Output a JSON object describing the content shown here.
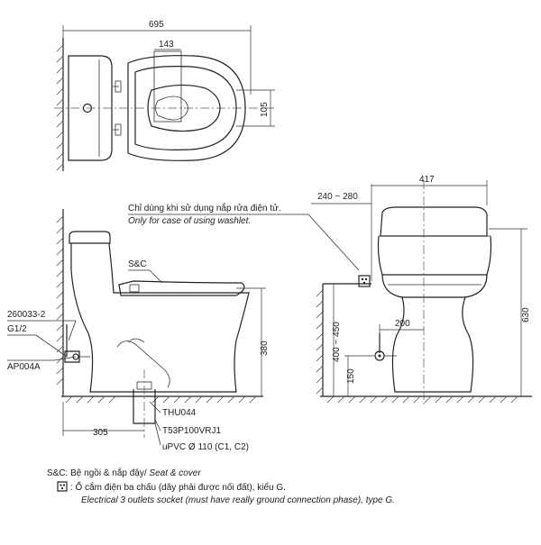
{
  "top_view": {
    "width_dim": "695",
    "outlet_offset_dim": "143",
    "side_dim": "105"
  },
  "side_view": {
    "label_260033": "260033-2",
    "label_g12": "G1/2",
    "label_ap004a": "AP004A",
    "label_sc": "S&C",
    "height_dim": "380",
    "rear_dim": "305",
    "label_thu044": "THU044",
    "label_t53": "T53P100VRJ1",
    "label_upvc": "uPVC Ø 110 (C1, C2)"
  },
  "washlet_note": {
    "vi": "Chỉ dùng khi sử dụng nắp rửa điện tử.",
    "en": "Only for case of using washlet.",
    "range_dim": "240 ~ 280"
  },
  "front_view": {
    "width_dim": "417",
    "height_dim": "630",
    "socket_height_dim": "400 ~ 450",
    "supply_height_dim": "150",
    "supply_offset_dim": "200"
  },
  "legend": {
    "sc_text": "S&C: Bệ ngồi & nắp đậy/ ",
    "sc_text_en": "Seat & cover",
    "socket_vi": ": Ổ cắm điện ba chấu (dây phải được nối đất), kiểu G.",
    "socket_en": "Electrical 3 outlets socket (must have really ground connection phase), type G."
  }
}
